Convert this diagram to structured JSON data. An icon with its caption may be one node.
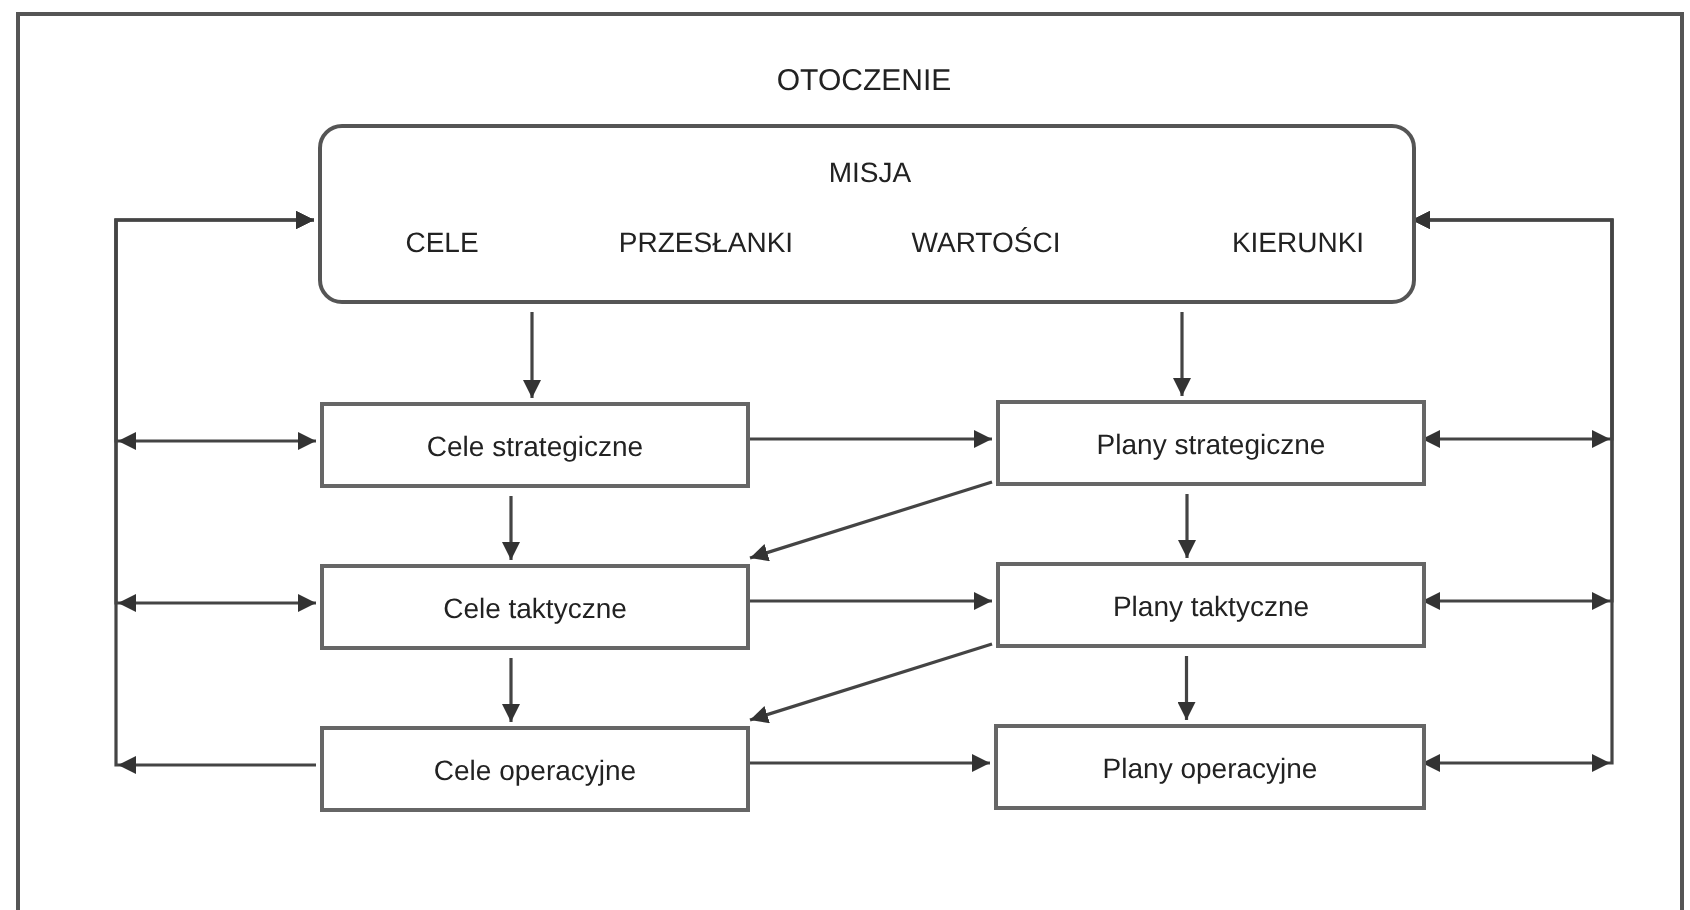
{
  "diagram": {
    "nodes": [
      {
        "text": [
          "OTOCZENIE"
        ]
      },
      {
        "text": [
          "MISJA",
          "CELE",
          "PRZESŁANKI",
          "WARTOŚCI",
          "KIERUNKI"
        ],
        "in": 0
      },
      {
        "text": [
          "Cele strategiczne"
        ],
        "in": 0
      },
      {
        "text": [
          "Plany strategiczne"
        ],
        "in": 0
      },
      {
        "text": [
          "Cele taktyczne"
        ],
        "in": 0
      },
      {
        "text": [
          "Plany taktyczne"
        ],
        "in": 0
      },
      {
        "text": [
          "Cele operacyjne"
        ],
        "in": 0
      },
      {
        "text": [
          "Plany operacyjne"
        ],
        "in": 0
      }
    ],
    "edges": [
      {
        "from": 1,
        "to": 2,
        "arrow": "to"
      },
      {
        "from": 1,
        "to": 3,
        "arrow": "to"
      },
      {
        "from": 2,
        "to": 3,
        "arrow": "to"
      },
      {
        "from": 3,
        "to": 4,
        "arrow": "to"
      },
      {
        "from": 2,
        "to": 4,
        "arrow": "to"
      },
      {
        "from": 3,
        "to": 5,
        "arrow": "to"
      },
      {
        "from": 4,
        "to": 5,
        "arrow": "to"
      },
      {
        "from": 5,
        "to": 6,
        "arrow": "to"
      },
      {
        "from": 4,
        "to": 6,
        "arrow": "to"
      },
      {
        "from": 5,
        "to": 7,
        "arrow": "to"
      },
      {
        "from": 6,
        "to": 7,
        "arrow": "to"
      },
      {
        "from": 2,
        "to": 1,
        "arrow": "both"
      },
      {
        "from": 4,
        "to": 1,
        "arrow": "both"
      },
      {
        "from": 6,
        "to": 1,
        "arrow": "to"
      },
      {
        "from": 3,
        "to": 1,
        "arrow": "both"
      },
      {
        "from": 5,
        "to": 1,
        "arrow": "both"
      },
      {
        "from": 7,
        "to": 1,
        "arrow": "both"
      }
    ]
  }
}
